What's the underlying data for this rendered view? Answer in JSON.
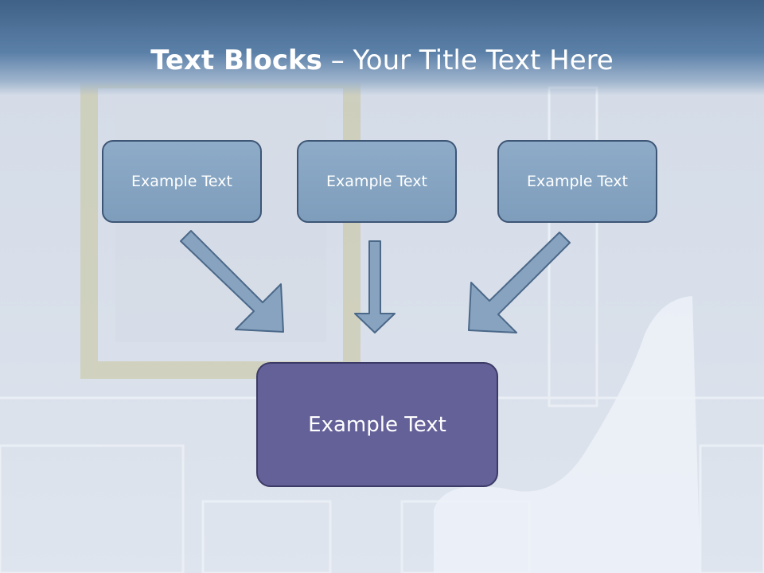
{
  "slide": {
    "title_bold": "Text Blocks",
    "title_dash": " – ",
    "title_rest": "Your Title Text Here"
  },
  "blocks": [
    {
      "label": "Example Text"
    },
    {
      "label": "Example Text"
    },
    {
      "label": "Example Text"
    }
  ],
  "target": {
    "label": "Example Text"
  },
  "colors": {
    "title_band": "#4a6d95",
    "block_fill": "#88a6c3",
    "block_border": "#3e5676",
    "target_fill": "#646199",
    "arrow_fill": "#87a3c0"
  }
}
